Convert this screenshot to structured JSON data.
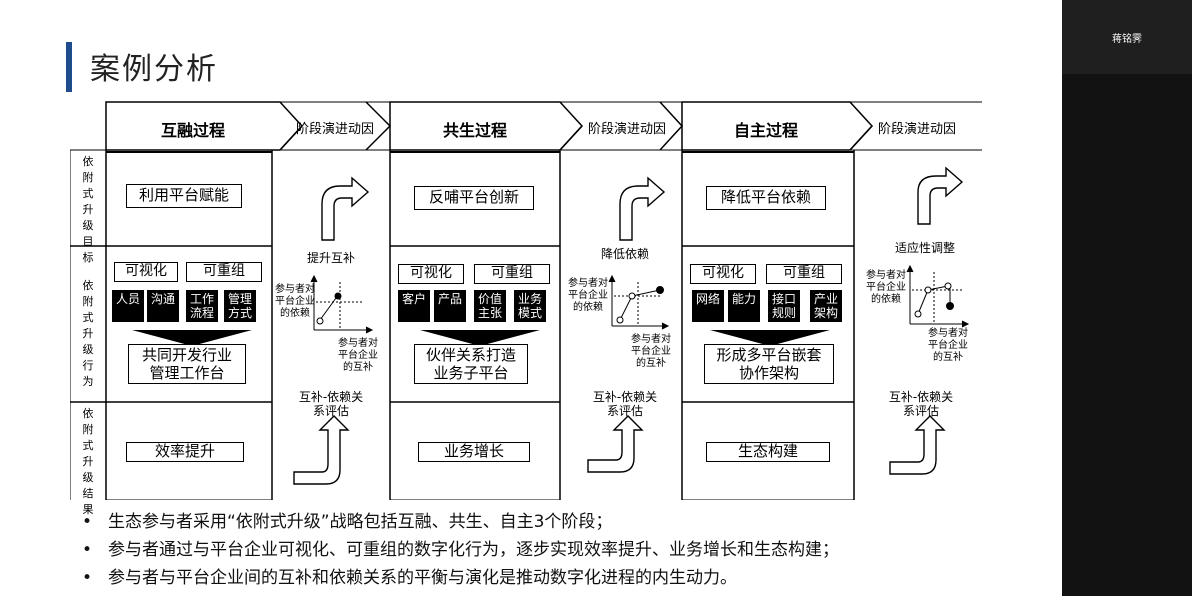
{
  "slide": {
    "title": "案例分析"
  },
  "side_panel": {
    "participant_name": "蒋铭霁"
  },
  "row_labels": [
    "依附式升级目标",
    "依附式升级行为",
    "依附式升级结果"
  ],
  "phases": [
    {
      "name": "互融过程",
      "goal": "利用平台赋能",
      "tag_a": "可视化",
      "tag_b": "可重组",
      "items": [
        "人员",
        "沟通",
        "工作流程",
        "管理方式"
      ],
      "outcome": "共同开发行业管理工作台",
      "result": "效率提升"
    },
    {
      "name": "共生过程",
      "goal": "反哺平台创新",
      "tag_a": "可视化",
      "tag_b": "可重组",
      "items": [
        "客户",
        "产品",
        "价值主张",
        "业务模式"
      ],
      "outcome": "伙伴关系打造业务子平台",
      "result": "业务增长"
    },
    {
      "name": "自主过程",
      "goal": "降低平台依赖",
      "tag_a": "可视化",
      "tag_b": "可重组",
      "items": [
        "网络",
        "能力",
        "接口规则",
        "产业架构"
      ],
      "outcome": "形成多平台嵌套协作架构",
      "result": "生态构建"
    }
  ],
  "drivers": [
    {
      "header": "阶段演进动因",
      "adjust": "提升互补",
      "y_axis": "参与者对平台企业的依赖",
      "x_axis": "参与者对平台企业的互补",
      "eval": "互补-依赖关系评估"
    },
    {
      "header": "阶段演进动因",
      "adjust": "降低依赖",
      "y_axis": "参与者对平台企业的依赖",
      "x_axis": "参与者对平台企业的互补",
      "eval": "互补-依赖关系评估"
    },
    {
      "header": "阶段演进动因",
      "adjust": "适应性调整",
      "y_axis": "参与者对平台企业的依赖",
      "x_axis": "参与者对平台企业的互补",
      "eval": "互补-依赖关系评估"
    }
  ],
  "bullets": [
    "生态参与者采用“依附式升级”战略包括互融、共生、自主3个阶段；",
    "参与者通过与平台企业可视化、可重组的数字化行为，逐步实现效率提升、业务增长和生态构建；",
    "参与者与平台企业间的互补和依赖关系的平衡与演化是推动数字化进程的内生动力。"
  ],
  "bullet_symbol": "•"
}
